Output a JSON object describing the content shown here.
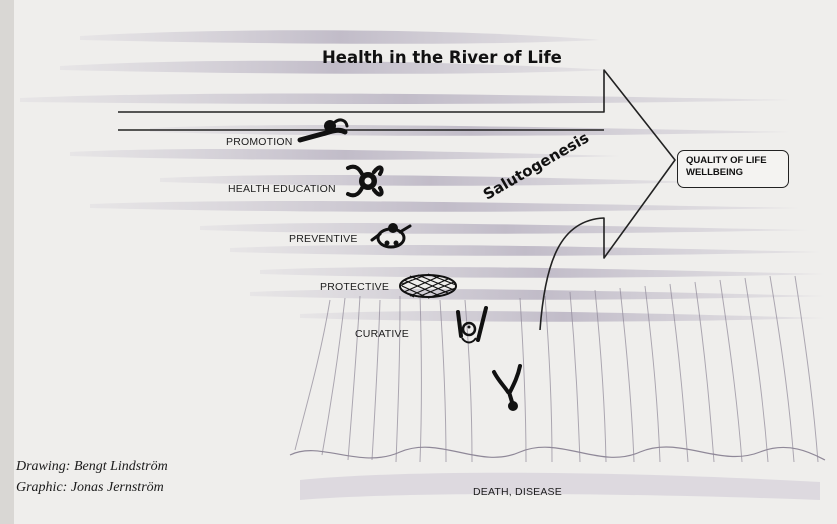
{
  "diagram": {
    "title": "Health in the River of Life",
    "arrow_label": "Salutogenesis",
    "outcome": {
      "line1": "QUALITY OF LIFE",
      "line2": "WELLBEING"
    },
    "stages": [
      {
        "label": "PROMOTION",
        "icon": "swimmer-icon"
      },
      {
        "label": "HEALTH EDUCATION",
        "icon": "swimmer-icon"
      },
      {
        "label": "PREVENTIVE",
        "icon": "lifebuoy-swimmer-icon"
      },
      {
        "label": "PROTECTIVE",
        "icon": "safety-net-icon"
      },
      {
        "label": "CURATIVE",
        "icon": "rescued-person-icon"
      }
    ],
    "falling_figure_icon": "falling-person-icon",
    "bottom_label": "DEATH, DISEASE",
    "credits": {
      "drawing": "Drawing: Bengt Lindström",
      "graphic": "Graphic: Jonas Jernström"
    }
  }
}
